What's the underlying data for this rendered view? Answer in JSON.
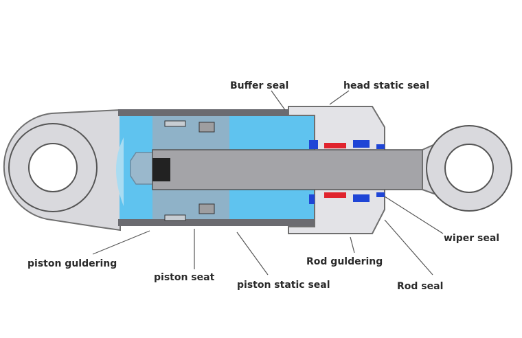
{
  "labels": {
    "buffer_seal": "Buffer seal",
    "head_static_seal": "head static seal",
    "wiper_seal": "wiper seal",
    "piston_guidering": "piston guldering",
    "piston_seat": "piston seat",
    "piston_static_seal": "piston static seal",
    "rod_guidering": "Rod guldering",
    "rod_seal": "Rod seal"
  },
  "colors": {
    "body_fill": "#d9d9dd",
    "body_stroke": "#6f6f6f",
    "fluid": "#5fc3ef",
    "fluid_light": "#a9dcf2",
    "piston": "#8fb2c8",
    "rod": "#a4a4a8",
    "tube_wall": "#6b6b70",
    "seal_blue": "#1f45d6",
    "seal_red": "#e0242e",
    "seal_black": "#222222",
    "leader": "#555555"
  }
}
